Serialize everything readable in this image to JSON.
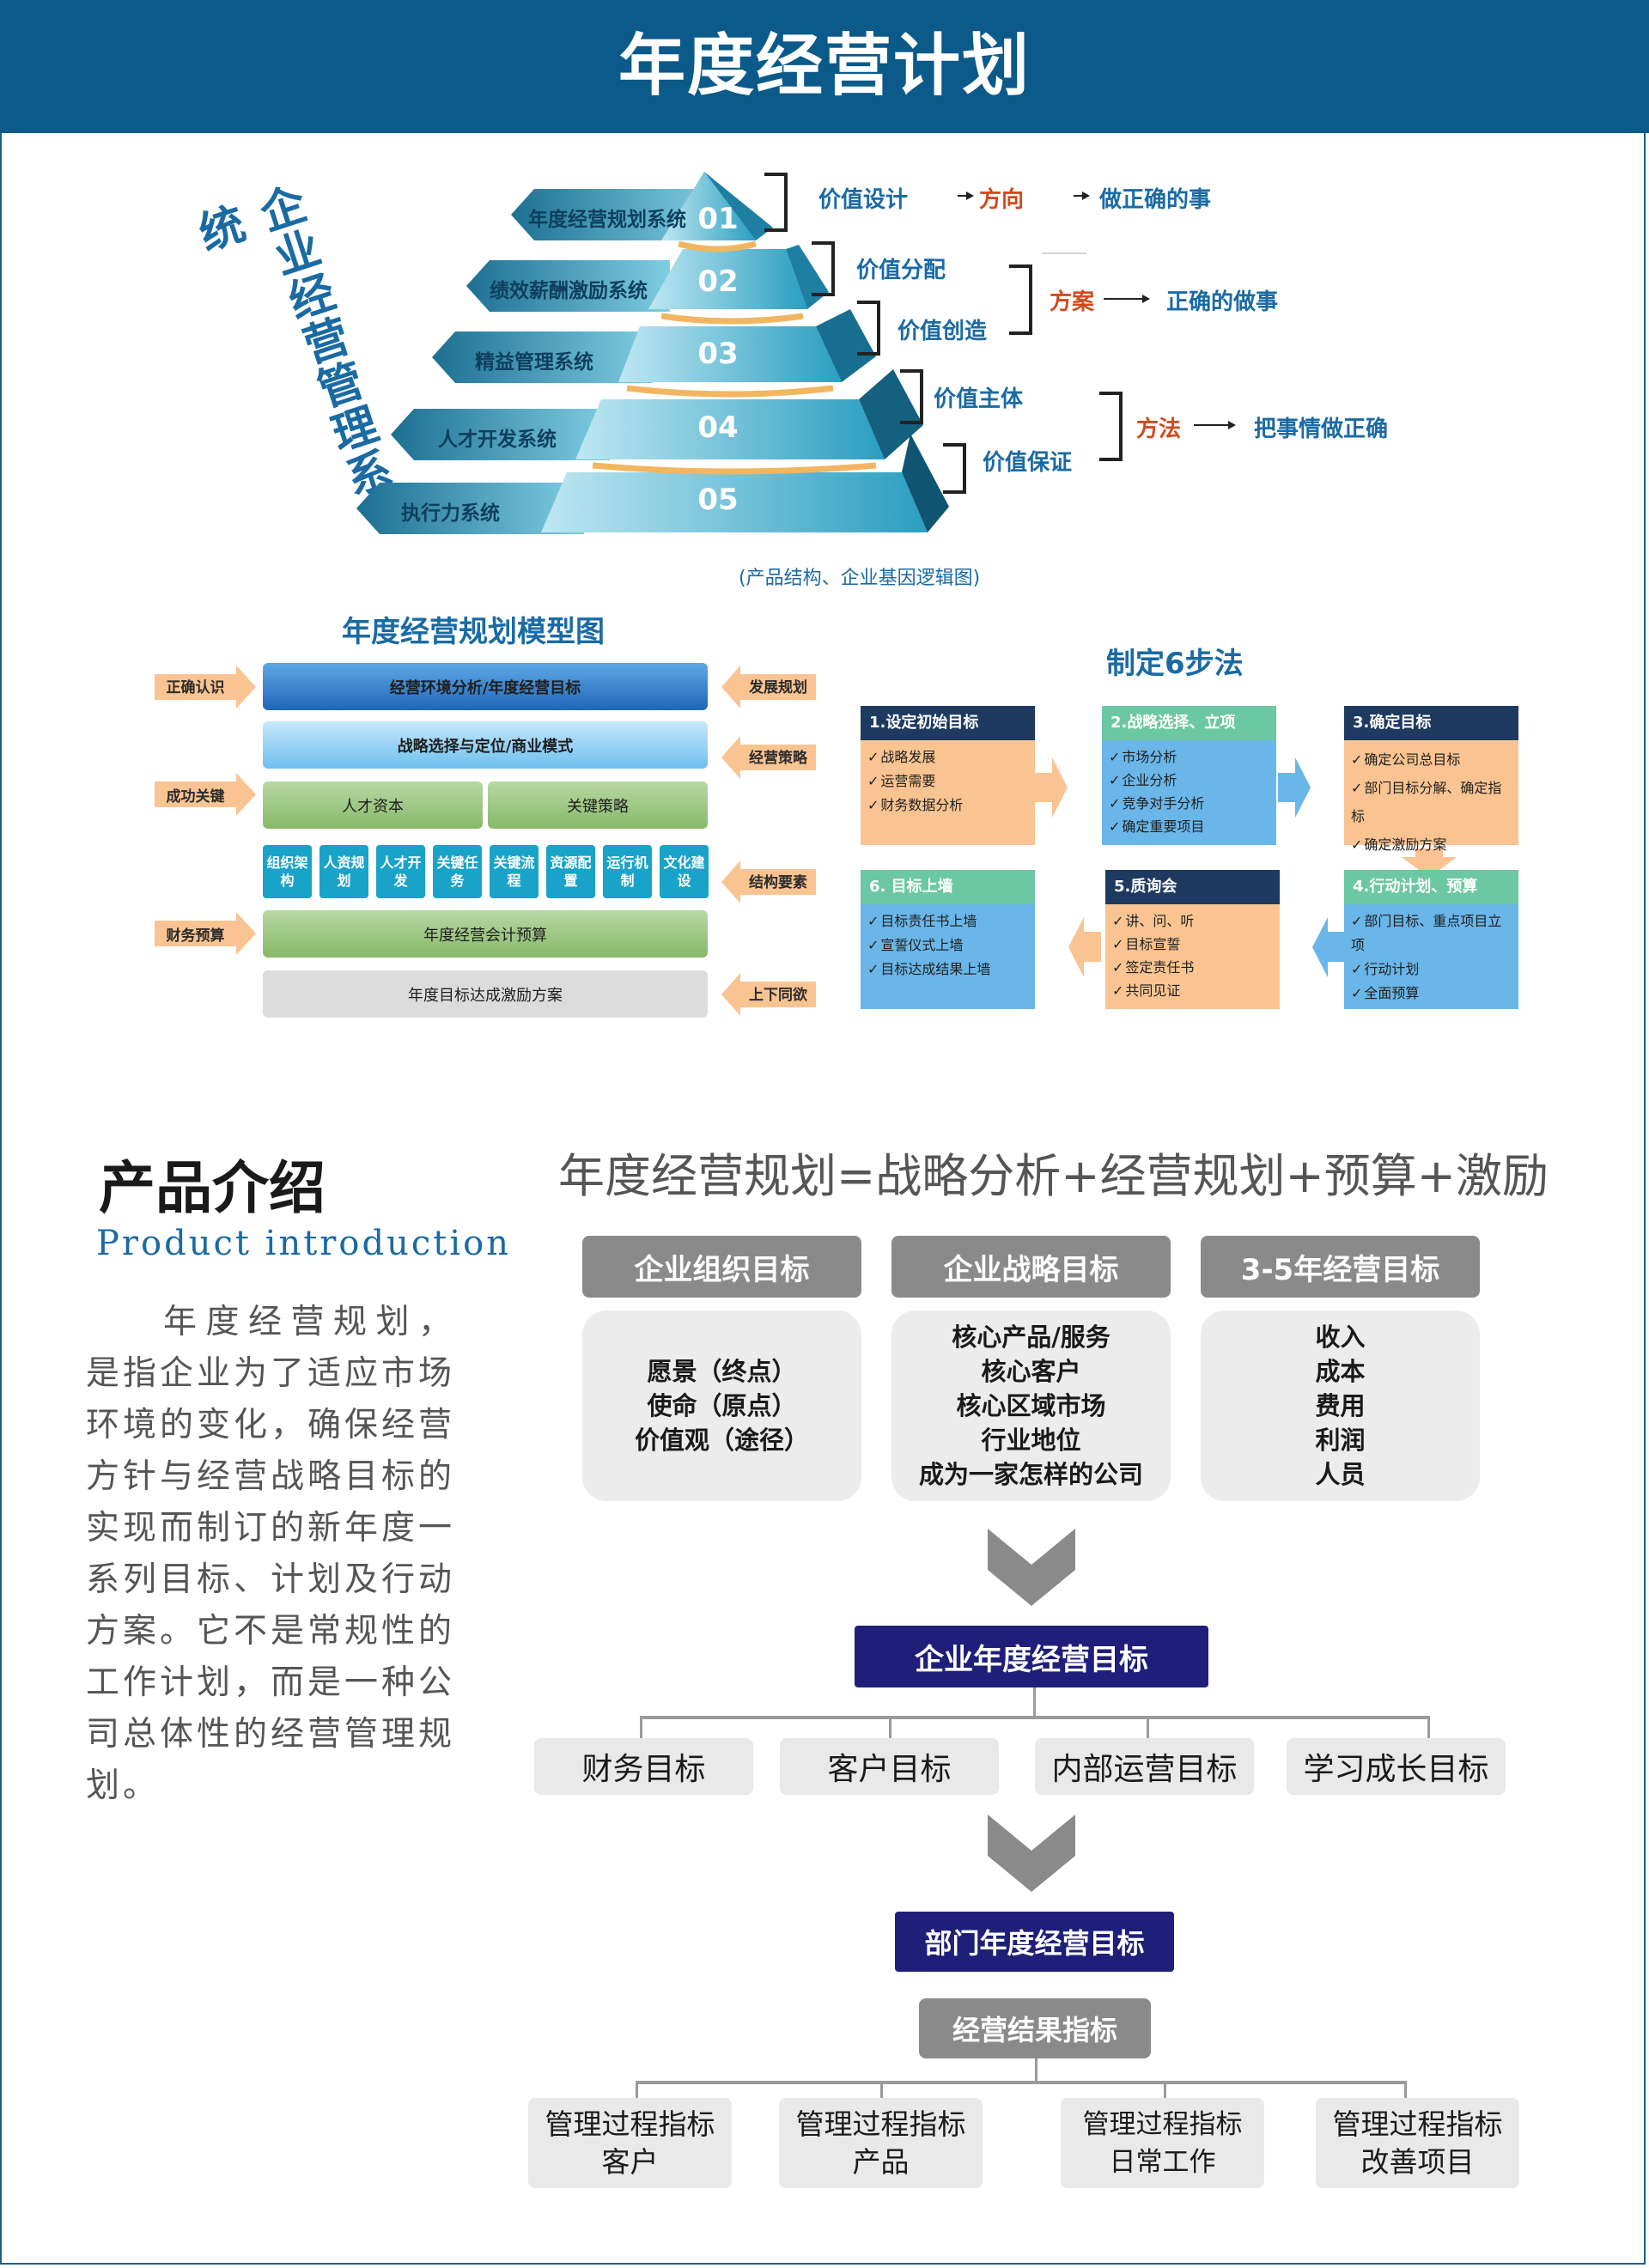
{
  "header": {
    "title": "年度经营计划"
  },
  "pyramid": {
    "vertical_title": "企业经营管理系统",
    "levels": [
      {
        "num": "01",
        "label": "年度经营规划系统"
      },
      {
        "num": "02",
        "label": "绩效薪酬激励系统"
      },
      {
        "num": "03",
        "label": "精益管理系统"
      },
      {
        "num": "04",
        "label": "人才开发系统"
      },
      {
        "num": "05",
        "label": "执行力系统"
      }
    ],
    "right": {
      "value_design": "价值设计",
      "direction": "方向",
      "do_right_things": "做正确的事",
      "value_distribution": "价值分配",
      "value_creation": "价值创造",
      "plan": "方案",
      "do_things_right": "正确的做事",
      "value_subject": "价值主体",
      "value_guarantee": "价值保证",
      "method": "方法",
      "do_well": "把事情做正确"
    },
    "caption": "(产品结构、企业基因逻辑图)"
  },
  "model": {
    "title": "年度经营规划模型图",
    "left_tags": [
      "正确认识",
      "成功关键",
      "财务预算"
    ],
    "right_tags": [
      "发展规划",
      "经营策略",
      "结构要素",
      "上下同欲"
    ],
    "bar1": "经营环境分析/年度经营目标",
    "bar2": "战略选择与定位/商业模式",
    "bar3a": "人才资本",
    "bar3b": "关键策略",
    "small": [
      "组织架构",
      "人资规划",
      "人才开发",
      "关键任务",
      "关键流程",
      "资源配置",
      "运行机制",
      "文化建设"
    ],
    "bar5": "年度经营会计预算",
    "bar6": "年度目标达成激励方案"
  },
  "steps": {
    "title": "制定6步法",
    "items": [
      {
        "head": "1.设定初始目标",
        "items": [
          "战略发展",
          "运营需要",
          "财务数据分析"
        ]
      },
      {
        "head": "2.战略选择、立项",
        "items": [
          "市场分析",
          "企业分析",
          "竞争对手分析",
          "确定重要项目"
        ]
      },
      {
        "head": "3.确定目标",
        "items": [
          "确定公司总目标",
          "部门目标分解、确定指标",
          "确定激励方案"
        ]
      },
      {
        "head": "4.行动计划、预算",
        "items": [
          "部门目标、重点项目立项",
          "行动计划",
          "全面预算"
        ]
      },
      {
        "head": "5.质询会",
        "items": [
          "讲、问、听",
          "目标宣誓",
          "签定责任书",
          "共同见证"
        ]
      },
      {
        "head": "6. 目标上墙",
        "items": [
          "目标责任书上墙",
          "宣誓仪式上墙",
          "目标达成结果上墙"
        ]
      }
    ]
  },
  "product": {
    "title": "产品介绍",
    "subtitle": "Product introduction",
    "paragraph": "年度经营规划，是指企业为了适应市场环境的变化，确保经营方针与经营战略目标的实现而制订的新年度一系列目标、计划及行动方案。它不是常规性的工作计划，而是一种公司总体性的经营管理规划。"
  },
  "formula": "年度经营规划=战略分析+经营规划+预算+激励",
  "goals": [
    {
      "head": "企业组织目标",
      "lines": [
        "愿景（终点）",
        "使命（原点）",
        "价值观（途径）"
      ]
    },
    {
      "head": "企业战略目标",
      "lines": [
        "核心产品/服务",
        "核心客户",
        "核心区域市场",
        "行业地位",
        "成为一家怎样的公司"
      ]
    },
    {
      "head": "3-5年经营目标",
      "lines": [
        "收入",
        "成本",
        "费用",
        "利润",
        "人员"
      ]
    }
  ],
  "annual_goal": "企业年度经营目标",
  "four_goals": [
    "财务目标",
    "客户目标",
    "内部运营目标",
    "学习成长目标"
  ],
  "dept_goal": "部门年度经营目标",
  "result_index": "经营结果指标",
  "process": [
    {
      "l1": "管理过程指标",
      "l2": "客户"
    },
    {
      "l1": "管理过程指标",
      "l2": "产品"
    },
    {
      "l1": "管理过程指标",
      "l2": "日常工作"
    },
    {
      "l1": "管理过程指标",
      "l2": "改善项目"
    }
  ]
}
